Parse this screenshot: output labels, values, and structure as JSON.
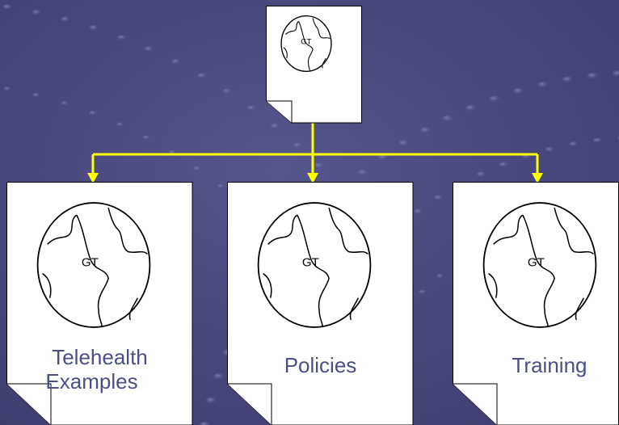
{
  "slide": {
    "colors": {
      "background": "#4a4a80",
      "connector": "#ffff00",
      "label": "#4b4f86"
    },
    "root_doc": {
      "icon": "globe-icon"
    },
    "children": [
      {
        "label_line1": "Telehealth",
        "label_line2": "Examples",
        "icon": "globe-icon"
      },
      {
        "label": "Policies",
        "icon": "globe-icon"
      },
      {
        "label": "Training",
        "icon": "globe-icon"
      }
    ]
  }
}
